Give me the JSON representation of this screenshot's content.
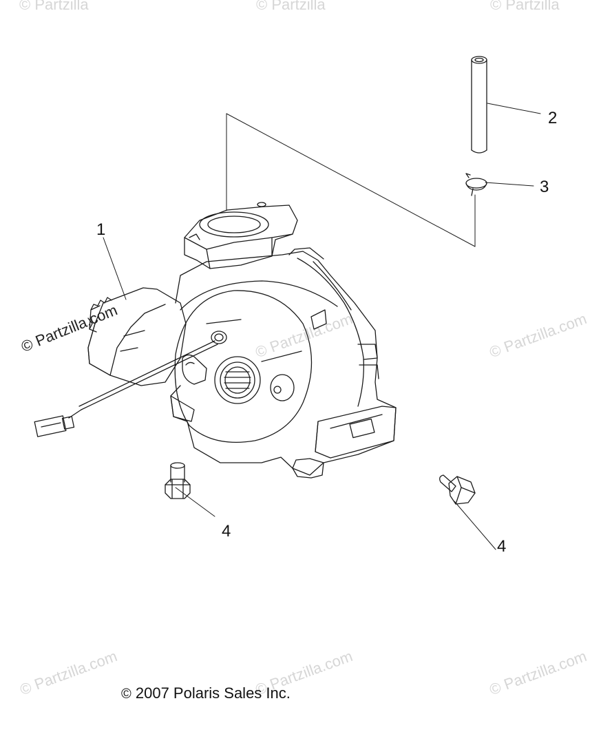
{
  "watermarks": {
    "text": "Partzilla.com",
    "short_text": "Partzilla",
    "symbol": "©"
  },
  "callouts": {
    "c1": "1",
    "c2": "2",
    "c3": "3",
    "c4a": "4",
    "c4b": "4"
  },
  "copyright": {
    "symbol": "©",
    "text": " 2007 Polaris Sales Inc."
  },
  "colors": {
    "line": "#1a1a1a",
    "watermark": "#d6d6d6"
  }
}
